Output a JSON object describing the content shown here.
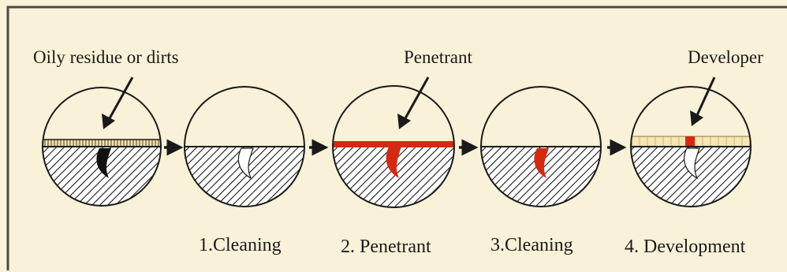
{
  "colors": {
    "background": "#f9f1d8",
    "frame": "#4a4a4a",
    "outline": "#1a1a1a",
    "penetrant": "#d42a12",
    "developer": "#f3e2ad",
    "crack_dirty": "#111111",
    "crack_clean": "#ffffff"
  },
  "callouts": {
    "oily_residue": "Oily residue or dirts",
    "penetrant": "Penetrant",
    "developer": "Developer"
  },
  "steps": [
    {
      "label": ""
    },
    {
      "label": "1.Cleaning"
    },
    {
      "label": "2. Penetrant"
    },
    {
      "label": "3.Cleaning"
    },
    {
      "label": "4. Development"
    }
  ],
  "icons": {
    "flow": "arrow-right-icon",
    "pointer": "pointer-arrow-icon"
  }
}
